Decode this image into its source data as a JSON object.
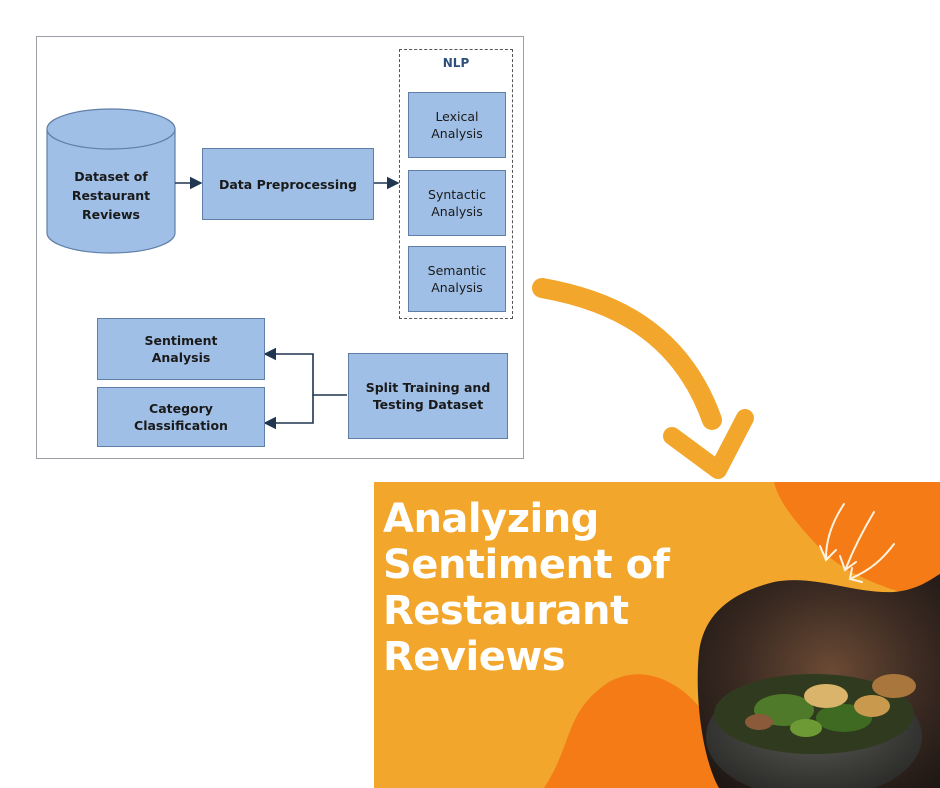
{
  "diagram": {
    "cylinder": {
      "line1": "Dataset of",
      "line2": "Restaurant",
      "line3": "Reviews"
    },
    "preprocessing": "Data Preprocessing",
    "nlp": {
      "title": "NLP",
      "lexical": {
        "line1": "Lexical",
        "line2": "Analysis"
      },
      "syntactic": {
        "line1": "Syntactic",
        "line2": "Analysis"
      },
      "semantic": {
        "line1": "Semantic",
        "line2": "Analysis"
      }
    },
    "split": {
      "line1": "Split Training and",
      "line2": "Testing Dataset"
    },
    "sentiment": {
      "line1": "Sentiment",
      "line2": "Analysis"
    },
    "category": {
      "line1": "Category",
      "line2": "Classification"
    },
    "colors": {
      "box_fill": "#9fbfe6",
      "box_border": "#5f7fa8",
      "arrow": "#1f3550"
    }
  },
  "banner": {
    "title_line1": "Analyzing",
    "title_line2": "Sentiment of",
    "title_line3": "Restaurant",
    "title_line4": "Reviews",
    "colors": {
      "background": "#f2a62b",
      "blob": "#f47b16",
      "text": "#ffffff"
    }
  },
  "connector_arrow": {
    "color": "#f2a62b"
  }
}
